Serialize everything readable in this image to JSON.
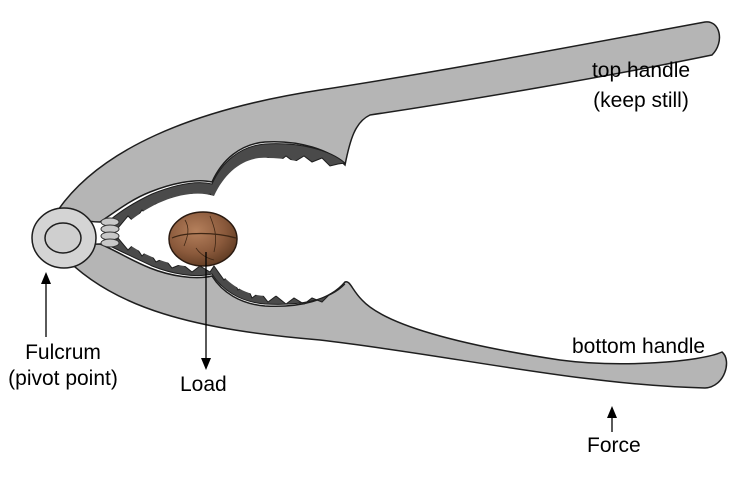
{
  "labels": {
    "top_handle": [
      "top handle",
      "(keep still)"
    ],
    "bottom_handle": "bottom handle",
    "fulcrum": [
      "Fulcrum",
      "(pivot point)"
    ],
    "load": "Load",
    "force": "Force"
  },
  "colors": {
    "metal": "#b5b5b5",
    "outline": "#1e1e1e",
    "jaw_shadow": "#4a4a4a",
    "walnut": "#8b5a3c",
    "spring": "#c8c8c8",
    "background": "#ffffff"
  }
}
